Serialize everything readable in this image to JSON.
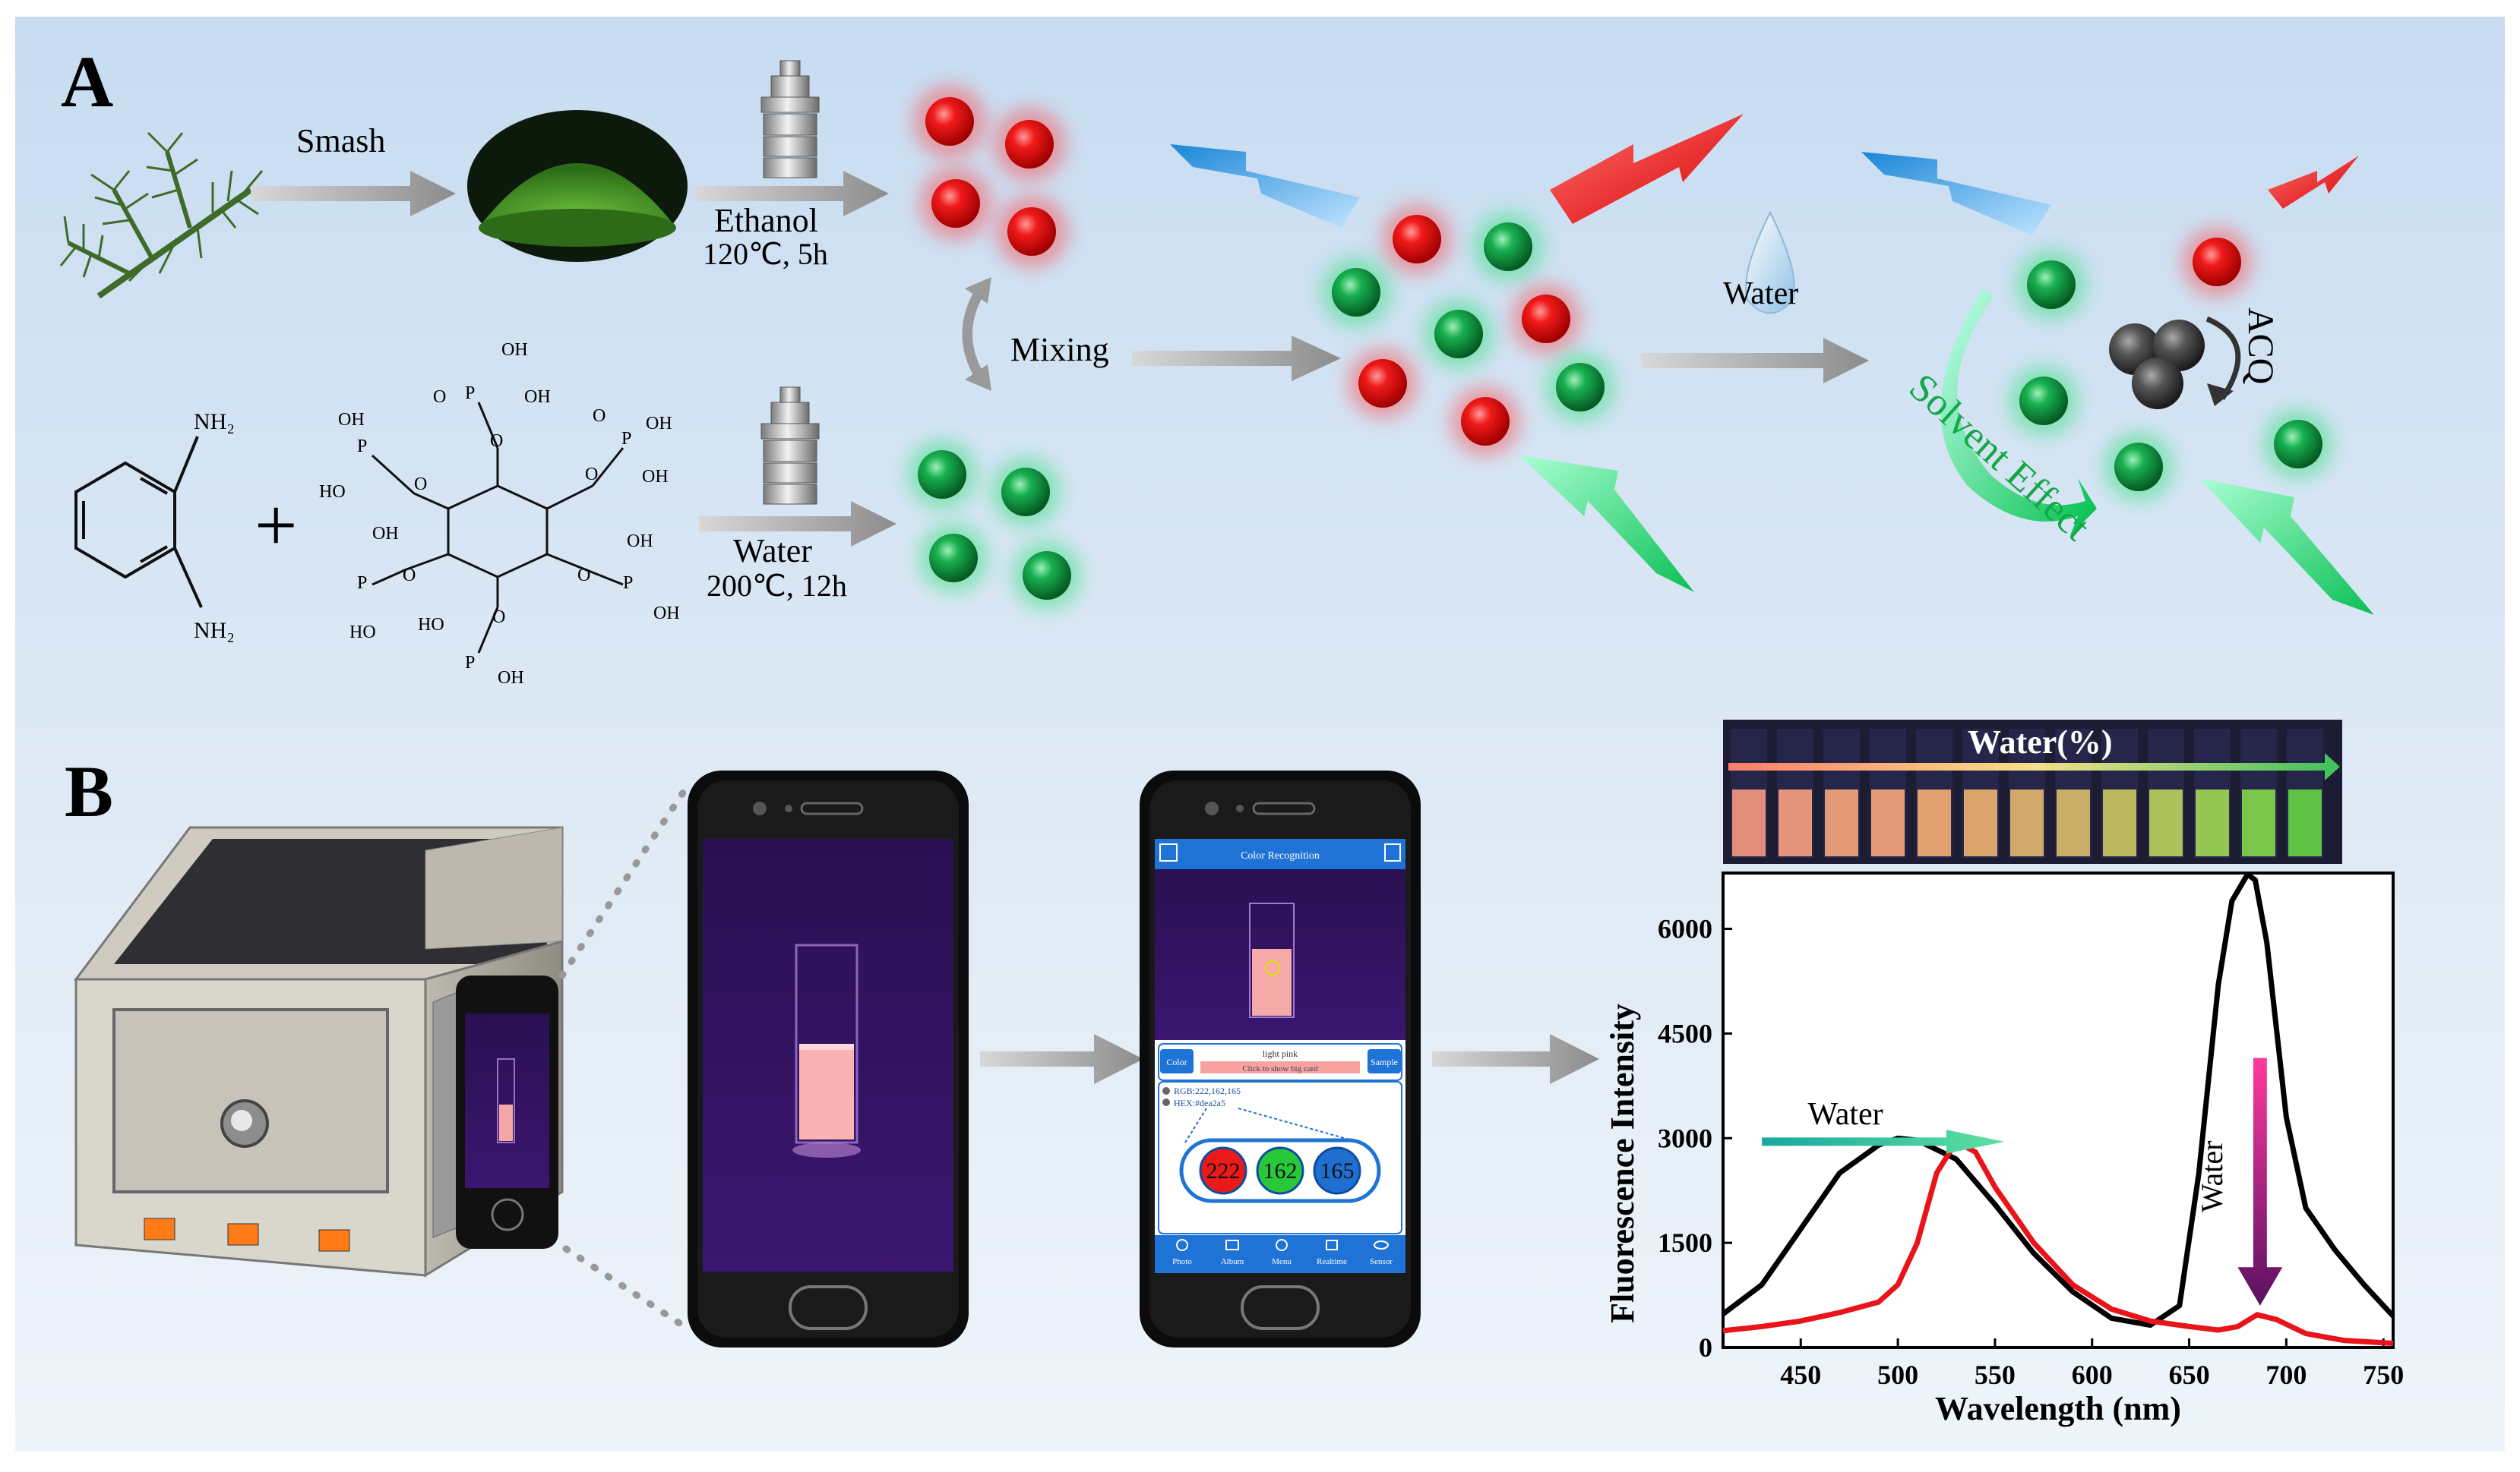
{
  "panelA": {
    "label": "A",
    "smash": "Smash",
    "ethanol": "Ethanol",
    "ethanol_cond": "120℃, 5h",
    "water": "Water",
    "water_cond": "200℃, 12h",
    "mixing": "Mixing",
    "water_drop": "Water",
    "acq": "ACQ",
    "solvent_effect": "Solvent Effect",
    "plus": "+",
    "nh2": "NH₂",
    "oh": "OH",
    "ho": "HO",
    "o": "O",
    "p": "P"
  },
  "panelB": {
    "label": "B",
    "water_pct": "Water(%)",
    "app": {
      "title": "Color Recognition",
      "color_btn": "Color",
      "sample_btn": "Sample",
      "color_name": "light pink",
      "big_card": "Click to show big card",
      "rgb": "RGB:222,162,165",
      "hex": "HEX:#dea2a5",
      "r": "222",
      "g": "162",
      "b": "165",
      "nav": [
        "Photo",
        "Album",
        "Menu",
        "Realtime",
        "Sensor"
      ]
    }
  },
  "colors": {
    "red_dot": "#e01818",
    "green_dot": "#12a84a",
    "red_line": "#e8141a",
    "black_line": "#000000",
    "bg_top": "#cfe1f3"
  },
  "chart_data": {
    "type": "line",
    "xlabel": "Wavelength (nm)",
    "ylabel": "Fluorescence Intensity",
    "xlim": [
      410,
      755
    ],
    "ylim": [
      0,
      6800
    ],
    "xticks": [
      450,
      500,
      550,
      600,
      650,
      700,
      750
    ],
    "yticks": [
      0,
      1500,
      3000,
      4500,
      6000
    ],
    "annotations": [
      "Water",
      "Water"
    ],
    "series": [
      {
        "color": "#000000",
        "x": [
          410,
          430,
          450,
          470,
          490,
          500,
          510,
          530,
          550,
          570,
          590,
          610,
          630,
          645,
          655,
          665,
          672,
          680,
          684,
          690,
          700,
          710,
          725,
          740,
          755
        ],
        "y": [
          480,
          900,
          1700,
          2500,
          2900,
          3000,
          2970,
          2700,
          2050,
          1350,
          800,
          420,
          320,
          600,
          2500,
          5200,
          6400,
          6780,
          6700,
          5800,
          3300,
          2000,
          1400,
          900,
          450
        ]
      },
      {
        "color": "#e8141a",
        "x": [
          410,
          430,
          450,
          470,
          490,
          500,
          510,
          520,
          530,
          540,
          550,
          570,
          590,
          610,
          630,
          650,
          665,
          675,
          685,
          695,
          710,
          730,
          755
        ],
        "y": [
          240,
          300,
          380,
          500,
          650,
          900,
          1500,
          2500,
          2950,
          2800,
          2300,
          1500,
          900,
          550,
          380,
          300,
          250,
          300,
          470,
          400,
          200,
          100,
          60
        ]
      }
    ]
  }
}
